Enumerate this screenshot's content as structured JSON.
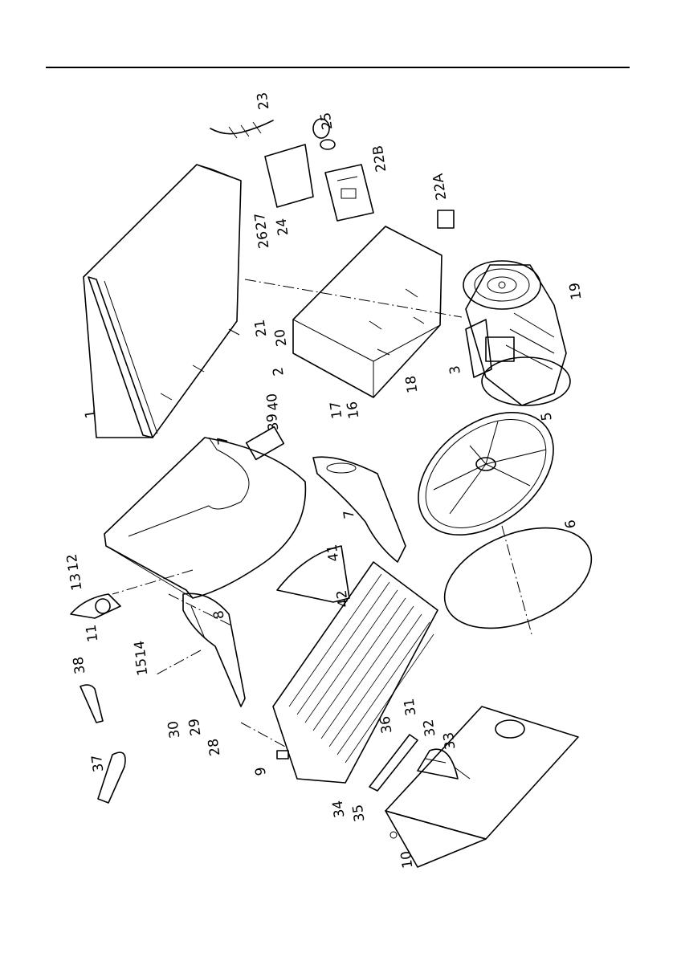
{
  "diagram": {
    "type": "exploded-parts-view",
    "callouts": [
      "1",
      "2",
      "3",
      "5",
      "6",
      "7",
      "7",
      "8",
      "9",
      "10",
      "11",
      "12",
      "13",
      "14",
      "15",
      "16",
      "17",
      "18",
      "19",
      "20",
      "21",
      "22A",
      "22B",
      "23",
      "24",
      "25",
      "26",
      "27",
      "28",
      "29",
      "30",
      "31",
      "32",
      "33",
      "34",
      "35",
      "36",
      "37",
      "38",
      "39",
      "40",
      "41",
      "42"
    ]
  }
}
